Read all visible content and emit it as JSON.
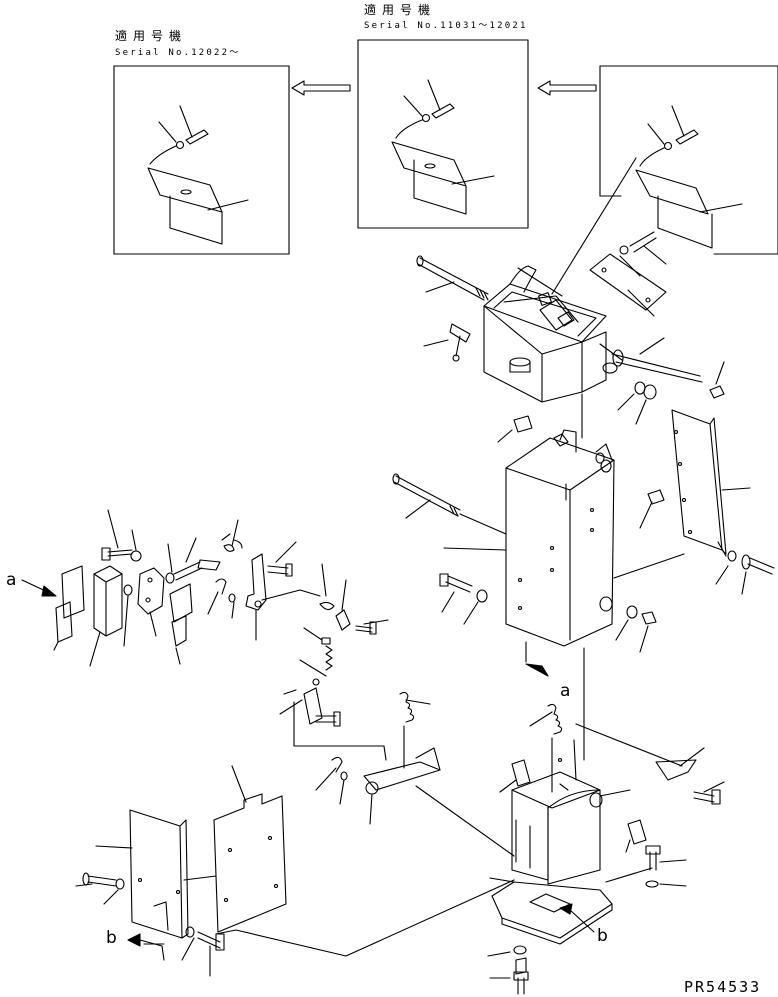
{
  "inset_left": {
    "heading": "適用号機",
    "serial": "Serial No.12022～"
  },
  "inset_middle": {
    "heading": "適用号機",
    "serial": "Serial No.11031～12021"
  },
  "callouts": {
    "a_left": "a",
    "a_right": "a",
    "b_left": "b",
    "b_right": "b"
  },
  "drawing_code": "PR54533"
}
